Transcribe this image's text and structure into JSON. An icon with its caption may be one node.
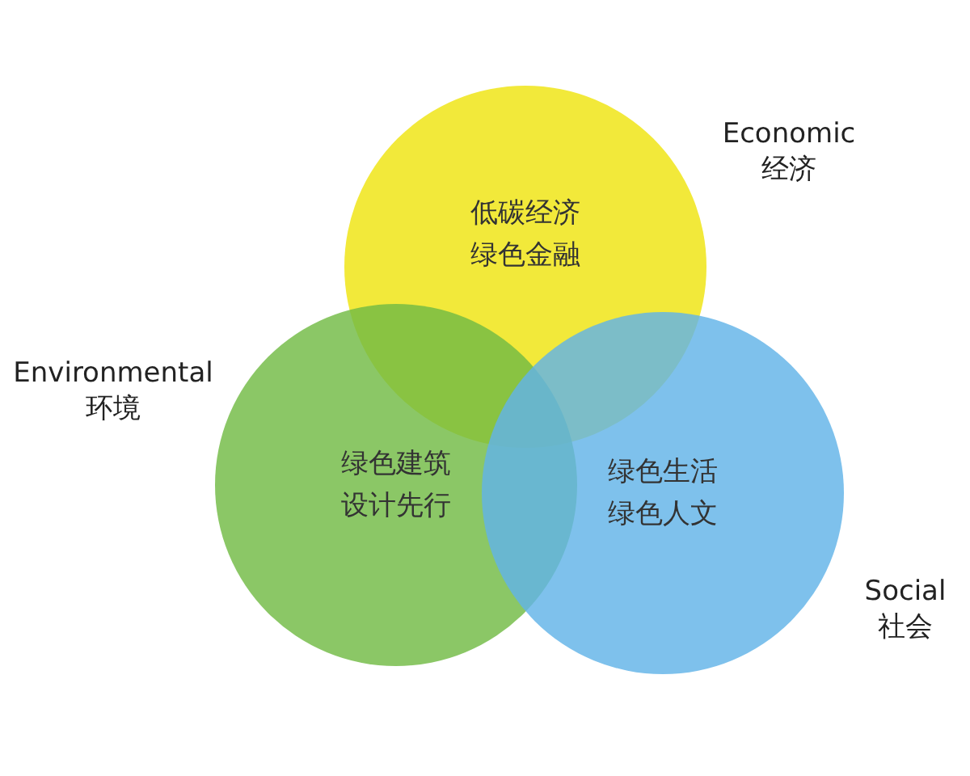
{
  "diagram": {
    "nodes": [
      {
        "text": [
          "低碳经济",
          "绿色金融"
        ],
        "beside": [
          "Economic",
          "经济"
        ]
      },
      {
        "text": [
          "绿色建筑",
          "设计先行"
        ],
        "beside": [
          "Environmental",
          "环境"
        ]
      },
      {
        "text": [
          "绿色生活",
          "绿色人文"
        ],
        "beside": [
          "Social",
          "社会"
        ]
      }
    ]
  }
}
